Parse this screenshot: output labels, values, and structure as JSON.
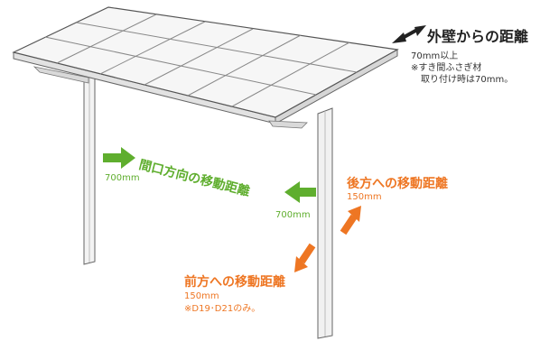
{
  "wall_distance": {
    "title": "外壁からの距離",
    "line1": "70mm以上",
    "line2": "※すき間ふさぎ材",
    "line3": "取り付け時は70mm。"
  },
  "frontage": {
    "title": "間口方向の移動距離",
    "left_value": "700mm",
    "right_value": "700mm"
  },
  "backward": {
    "title": "後方への移動距離",
    "value": "150mm"
  },
  "forward": {
    "title": "前方への移動距離",
    "value": "150mm",
    "note": "※D19･D21のみ。"
  },
  "colors": {
    "green": "#5fae2e",
    "orange": "#ee7623",
    "black": "#222222"
  }
}
